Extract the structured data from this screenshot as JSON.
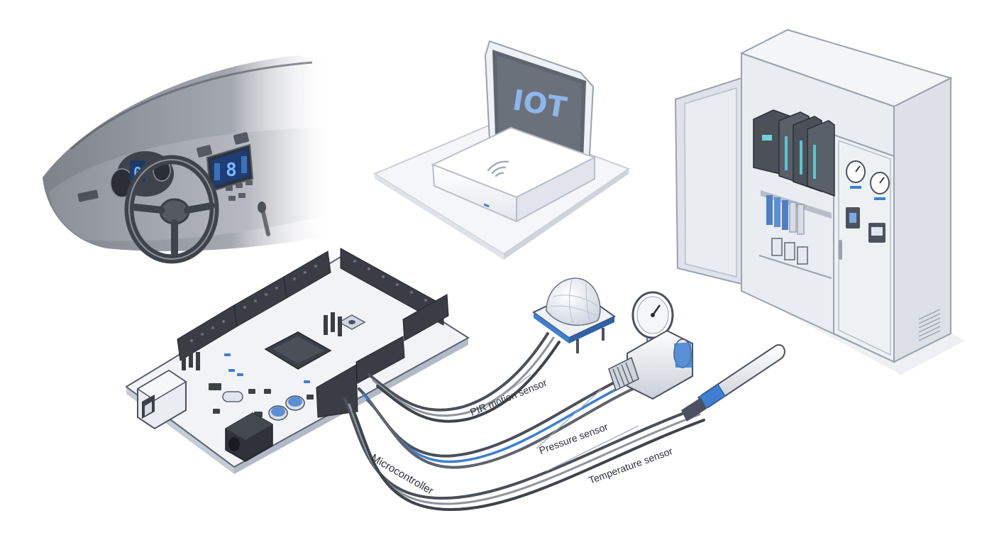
{
  "iot_screen": {
    "text": "IOT"
  },
  "dashboard": {
    "speed_readout": "0",
    "display_readout": "8"
  },
  "labels": {
    "microcontroller": "Microcontroller",
    "pir": "PIR motion sensor",
    "pressure": "Pressure sensor",
    "temperature": "Temperature sensor"
  },
  "colors": {
    "accent_blue": "#3f7fd0",
    "board": "#eef1f6",
    "header_black": "#3a3d44",
    "outline": "#5a6170",
    "cabinet": "#e8ebf0",
    "car_gray": "#7d828b"
  }
}
